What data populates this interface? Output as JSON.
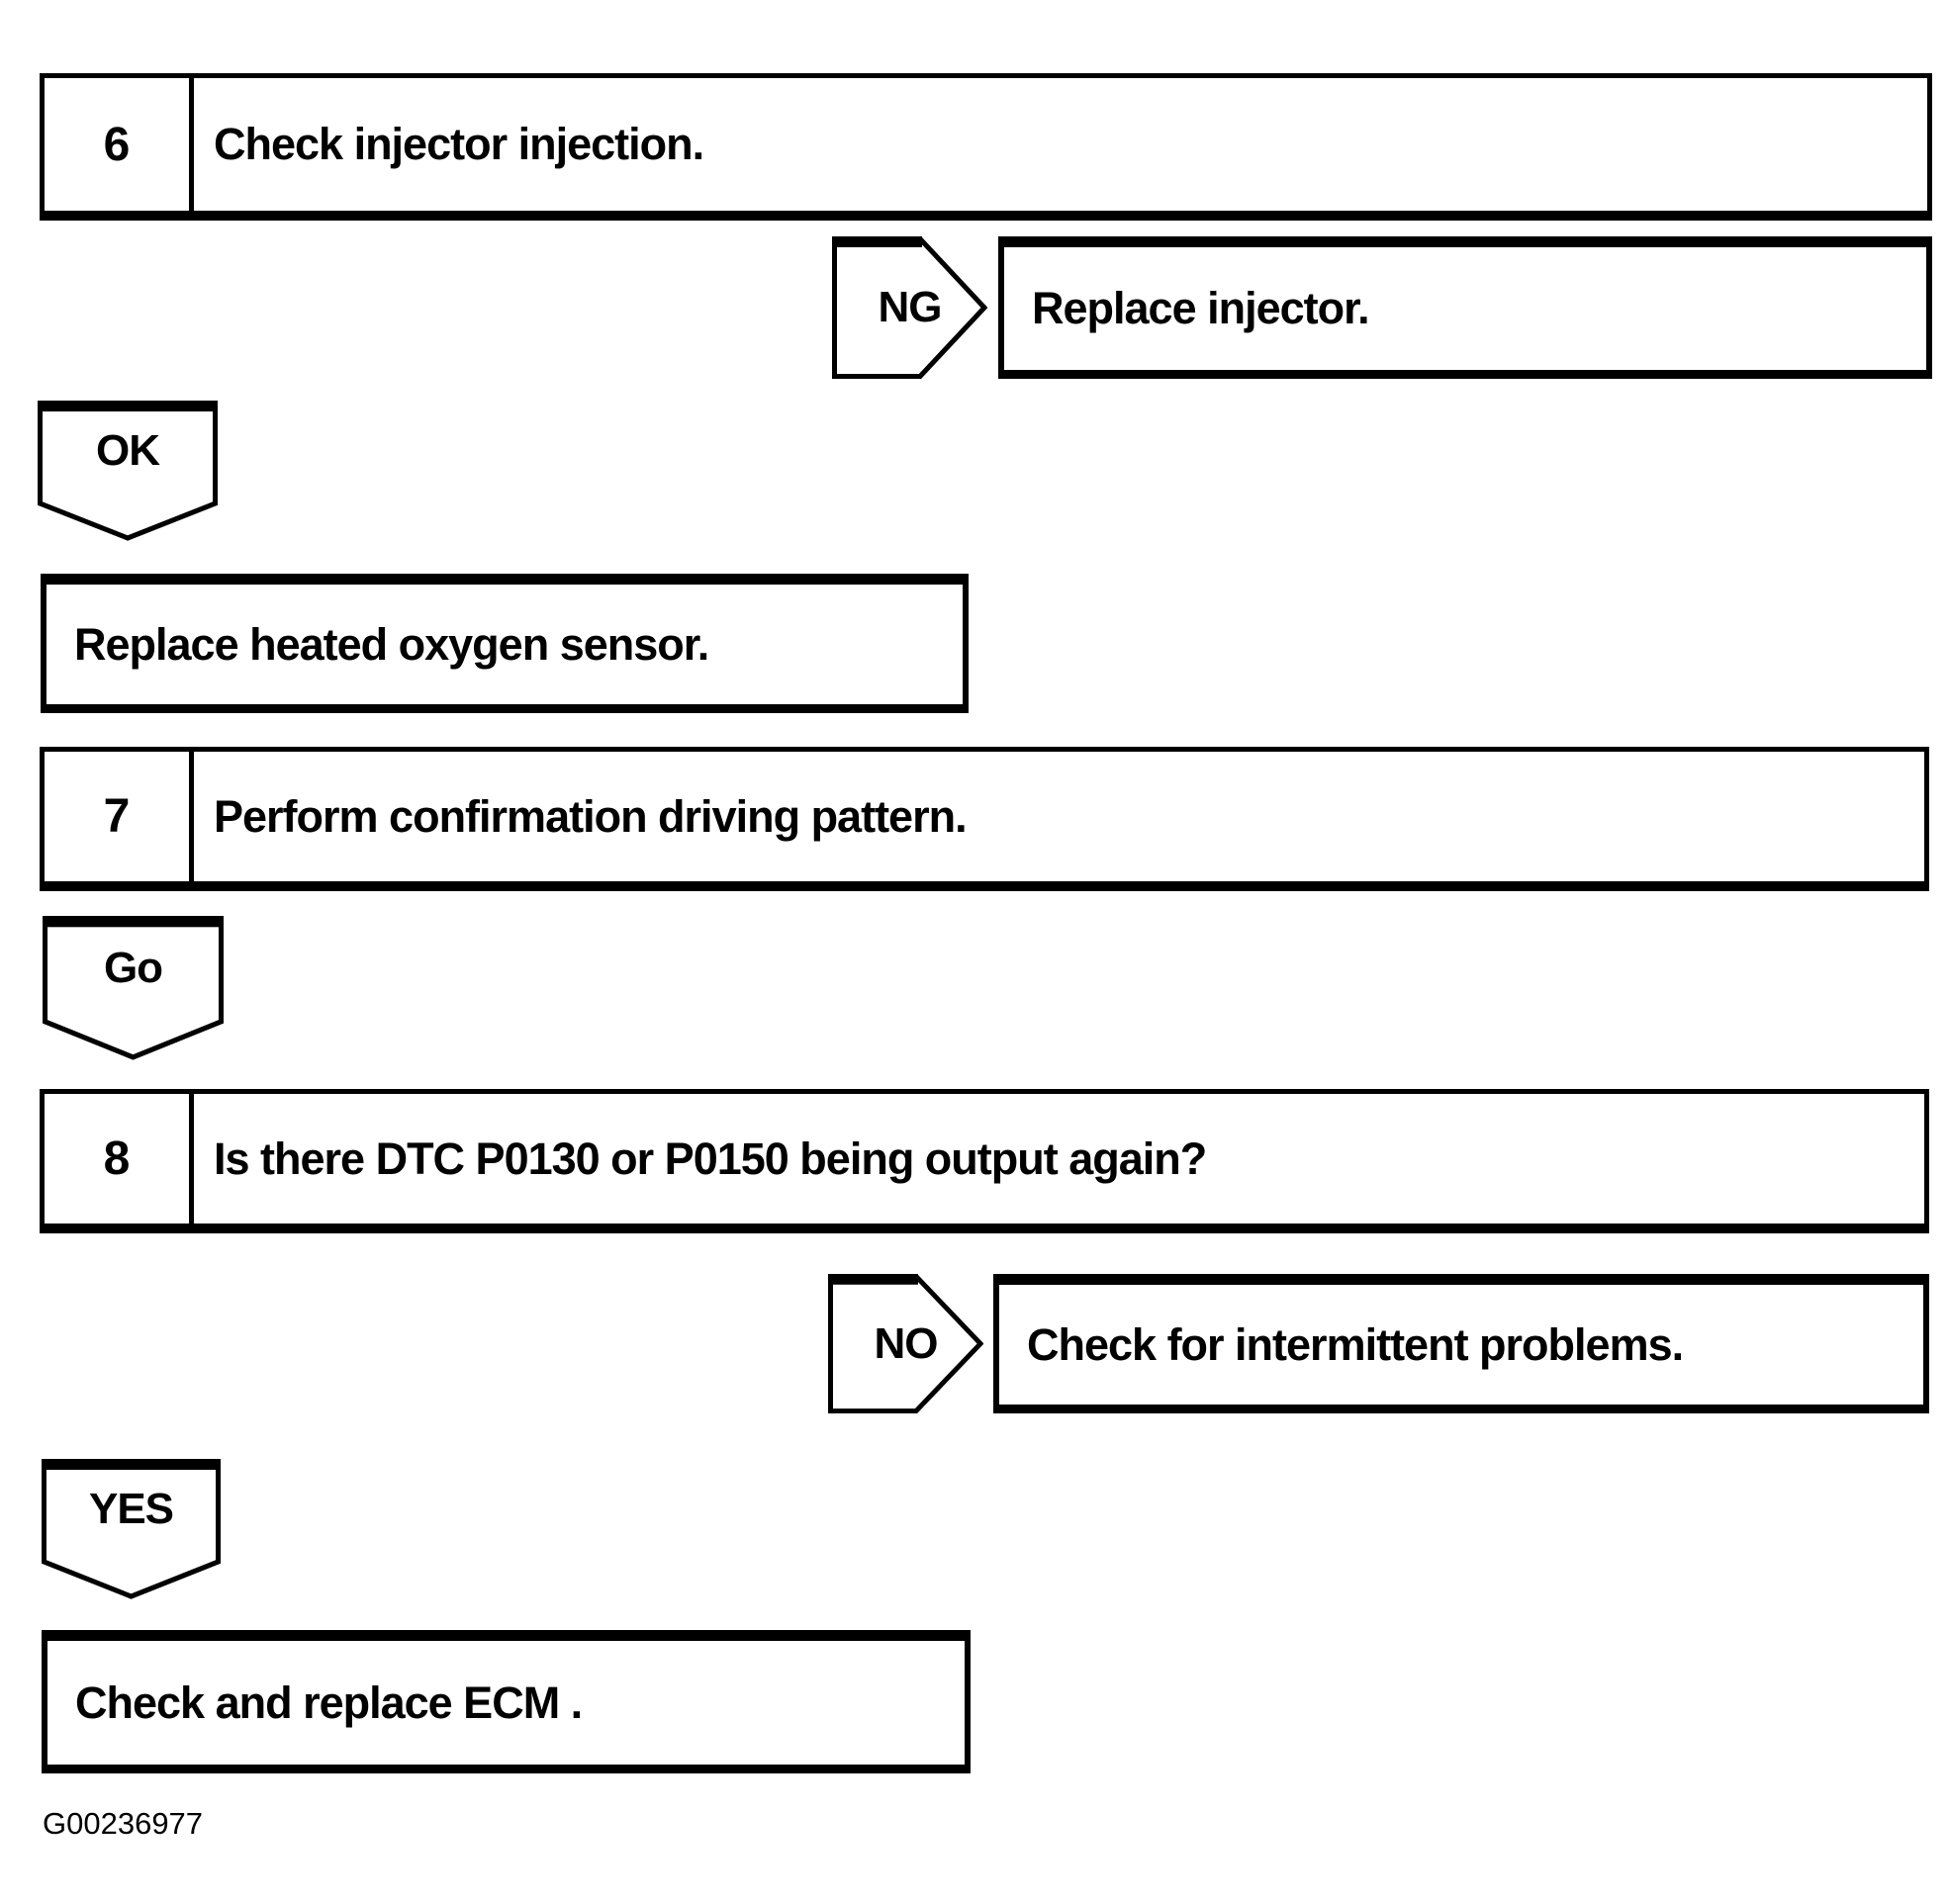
{
  "document": {
    "background": "#ffffff",
    "ink": "#000000",
    "figure_code": "G00236977"
  },
  "flowchart": {
    "rows": [
      {
        "type": "step",
        "number": "6",
        "text": "Check injector injection."
      },
      {
        "type": "branch",
        "label": "NG",
        "result": "Replace injector."
      },
      {
        "type": "connector",
        "label": "OK"
      },
      {
        "type": "result",
        "text": "Replace heated oxygen sensor."
      },
      {
        "type": "step",
        "number": "7",
        "text": "Perform confirmation driving pattern."
      },
      {
        "type": "connector",
        "label": "Go"
      },
      {
        "type": "step",
        "number": "8",
        "text": "Is there DTC P0130 or P0150 being output again?"
      },
      {
        "type": "branch",
        "label": "NO",
        "result": "Check for intermittent problems."
      },
      {
        "type": "connector",
        "label": "YES"
      },
      {
        "type": "result",
        "text": "Check and replace ECM ."
      }
    ]
  }
}
